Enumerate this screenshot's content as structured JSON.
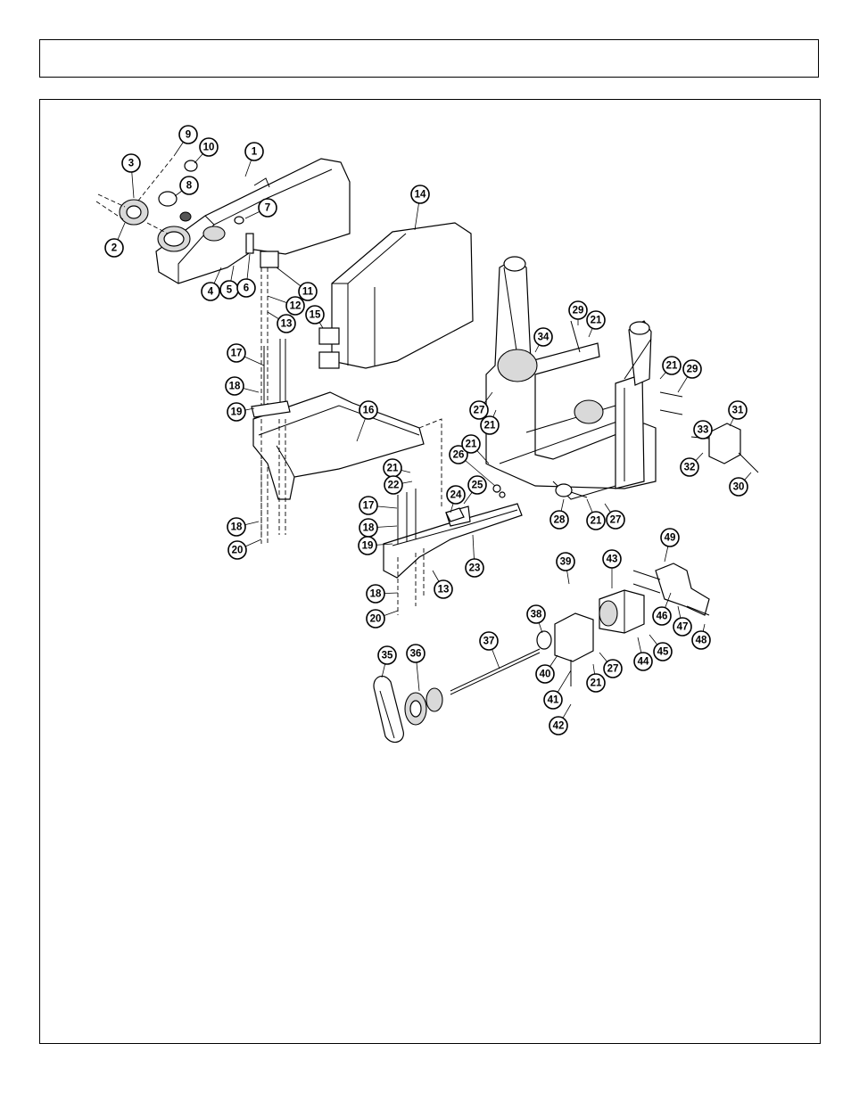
{
  "header": {
    "title": ""
  },
  "diagram": {
    "callouts": [
      {
        "id": "c1",
        "label": "1"
      },
      {
        "id": "c2",
        "label": "2"
      },
      {
        "id": "c3",
        "label": "3"
      },
      {
        "id": "c4",
        "label": "4"
      },
      {
        "id": "c5",
        "label": "5"
      },
      {
        "id": "c6",
        "label": "6"
      },
      {
        "id": "c7",
        "label": "7"
      },
      {
        "id": "c8",
        "label": "8"
      },
      {
        "id": "c9",
        "label": "9"
      },
      {
        "id": "c10",
        "label": "10"
      },
      {
        "id": "c11",
        "label": "11"
      },
      {
        "id": "c12",
        "label": "12"
      },
      {
        "id": "c13a",
        "label": "13"
      },
      {
        "id": "c14",
        "label": "14"
      },
      {
        "id": "c15",
        "label": "15"
      },
      {
        "id": "c16",
        "label": "16"
      },
      {
        "id": "c17a",
        "label": "17"
      },
      {
        "id": "c18a",
        "label": "18"
      },
      {
        "id": "c19a",
        "label": "19"
      },
      {
        "id": "c18b",
        "label": "18"
      },
      {
        "id": "c20a",
        "label": "20"
      },
      {
        "id": "c21a",
        "label": "21"
      },
      {
        "id": "c22",
        "label": "22"
      },
      {
        "id": "c17b",
        "label": "17"
      },
      {
        "id": "c18c",
        "label": "18"
      },
      {
        "id": "c19b",
        "label": "19"
      },
      {
        "id": "c24",
        "label": "24"
      },
      {
        "id": "c25",
        "label": "25"
      },
      {
        "id": "c26",
        "label": "26"
      },
      {
        "id": "c21b",
        "label": "21"
      },
      {
        "id": "c23",
        "label": "23"
      },
      {
        "id": "c13b",
        "label": "13"
      },
      {
        "id": "c18d",
        "label": "18"
      },
      {
        "id": "c20b",
        "label": "20"
      },
      {
        "id": "c29a",
        "label": "29"
      },
      {
        "id": "c21c",
        "label": "21"
      },
      {
        "id": "c34",
        "label": "34"
      },
      {
        "id": "c27a",
        "label": "27"
      },
      {
        "id": "c21d",
        "label": "21"
      },
      {
        "id": "c21e",
        "label": "21"
      },
      {
        "id": "c29b",
        "label": "29"
      },
      {
        "id": "c31",
        "label": "31"
      },
      {
        "id": "c33",
        "label": "33"
      },
      {
        "id": "c32",
        "label": "32"
      },
      {
        "id": "c30",
        "label": "30"
      },
      {
        "id": "c28",
        "label": "28"
      },
      {
        "id": "c21f",
        "label": "21"
      },
      {
        "id": "c27b",
        "label": "27"
      },
      {
        "id": "c39",
        "label": "39"
      },
      {
        "id": "c43",
        "label": "43"
      },
      {
        "id": "c49",
        "label": "49"
      },
      {
        "id": "c38",
        "label": "38"
      },
      {
        "id": "c46",
        "label": "46"
      },
      {
        "id": "c47",
        "label": "47"
      },
      {
        "id": "c48",
        "label": "48"
      },
      {
        "id": "c37",
        "label": "37"
      },
      {
        "id": "c35",
        "label": "35"
      },
      {
        "id": "c36",
        "label": "36"
      },
      {
        "id": "c40",
        "label": "40"
      },
      {
        "id": "c27c",
        "label": "27"
      },
      {
        "id": "c44",
        "label": "44"
      },
      {
        "id": "c45",
        "label": "45"
      },
      {
        "id": "c21g",
        "label": "21"
      },
      {
        "id": "c41",
        "label": "41"
      },
      {
        "id": "c42",
        "label": "42"
      }
    ]
  }
}
